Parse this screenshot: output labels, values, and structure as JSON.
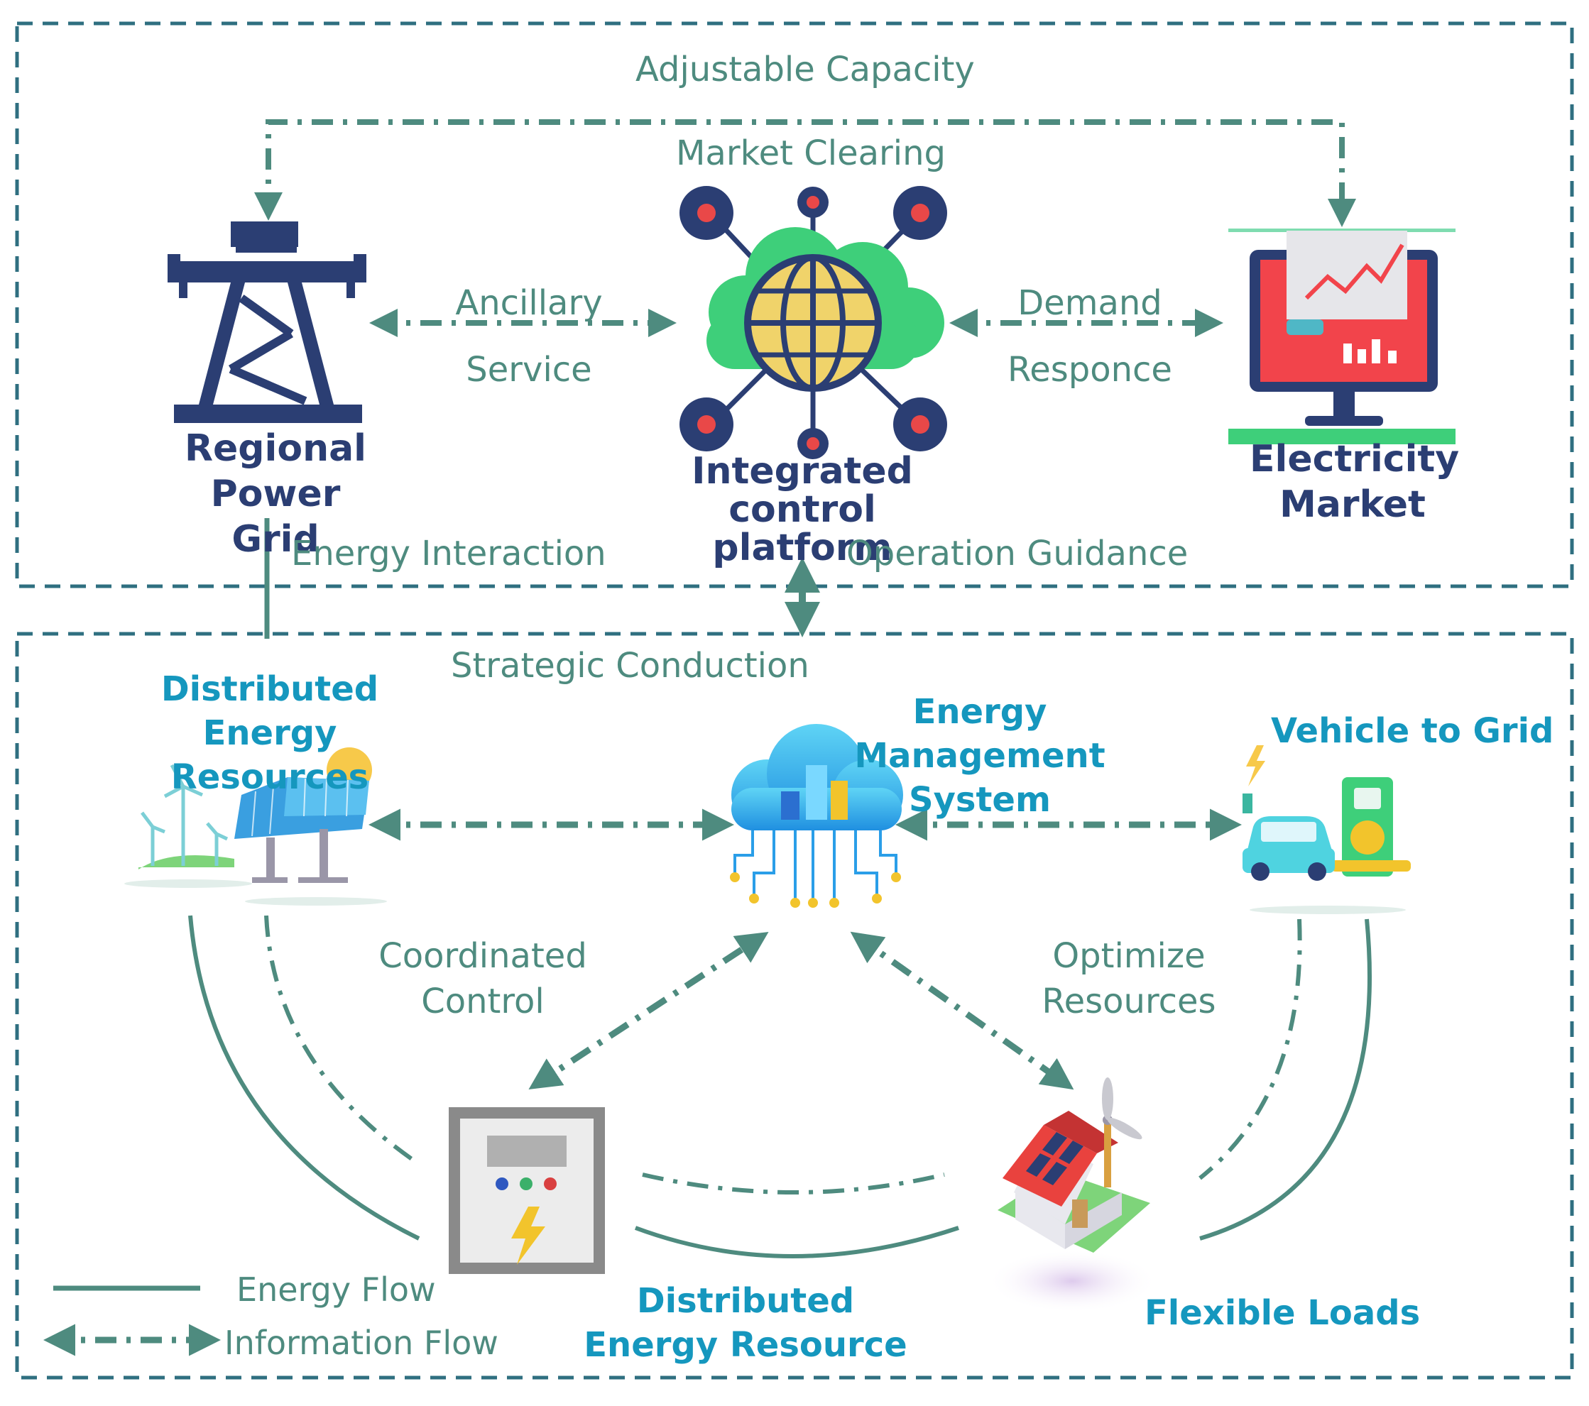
{
  "sections": {
    "upper_title": "Adjustable Capacity",
    "lower_title": "Strategic Conduction"
  },
  "nodes": {
    "regional_power_grid": "Regional Power Grid",
    "integrated_control_platform": "Integrated control platform",
    "electricity_market": "Electricity Market",
    "distributed_energy_resources_top": "Distributed Energy Resources",
    "energy_management_system": "Energy Management System",
    "vehicle_to_grid": "Vehicle to Grid",
    "distributed_energy_resource_bottom": "Distributed Energy Resource",
    "flexible_loads": "Flexible Loads"
  },
  "edge_labels": {
    "market_clearing": "Market Clearing",
    "ancillary_service": "Ancillary Service",
    "demand_responce": "Demand Responce",
    "energy_interaction": "Energy Interaction",
    "operation_guidance": "Operation Guidance",
    "coordinated_control": "Coordinated Control",
    "optimize_resources": "Optimize Resources"
  },
  "legend": {
    "energy_flow": "Energy Flow",
    "information_flow": "Information Flow"
  },
  "colors": {
    "flow_line": "#4e8b7f",
    "box_border": "#2f6f80",
    "node_label_dark": "#2b3e73",
    "node_label_light": "#1597be",
    "tower": "#2b3e73",
    "cloud_green": "#3ecf7a",
    "globe_yellow": "#f0d36a",
    "monitor_red": "#f2444b"
  }
}
